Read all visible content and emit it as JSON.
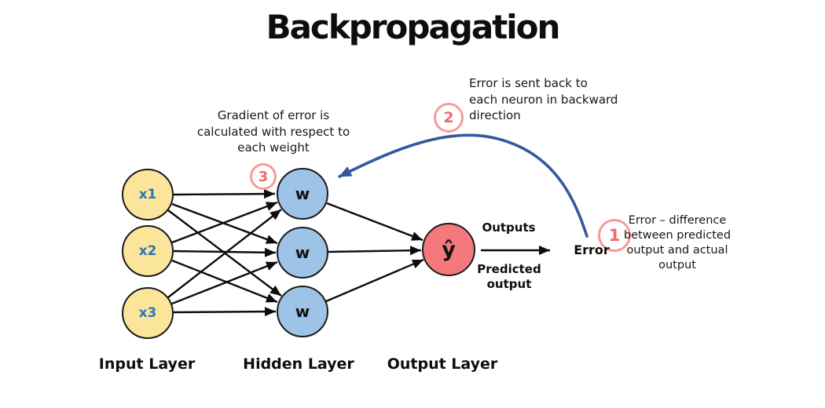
{
  "title": "Backpropagation",
  "colors": {
    "input_node_fill": "#FBE59B",
    "hidden_node_fill": "#9DC3E6",
    "output_node_fill": "#F5797C",
    "node_outline": "#1A1A1A",
    "input_label_text": "#2E75B6",
    "badge_pink": "#F79B9B",
    "badge_number_pink": "#EE6B6E",
    "arrow_black": "#0D0D0D",
    "backprop_curve_blue": "#35589E"
  },
  "network": {
    "input_layer": {
      "label": "Input Layer",
      "nodes": [
        "x1",
        "x2",
        "x3"
      ]
    },
    "hidden_layer": {
      "label": "Hidden Layer",
      "nodes": [
        "w",
        "w",
        "w"
      ]
    },
    "output_layer": {
      "label": "Output Layer",
      "nodes": [
        "ŷ"
      ]
    }
  },
  "output_flow": {
    "outputs_label": "Outputs",
    "predicted_lines": [
      "Predicted",
      "output"
    ],
    "error_label": "Error"
  },
  "annotations": {
    "step1": {
      "badge": "1",
      "lines": [
        "Error – difference",
        "between predicted",
        "output and actual",
        "output"
      ]
    },
    "step2": {
      "badge": "2",
      "lines": [
        "Error is sent back to",
        "each neuron in backward",
        "direction"
      ]
    },
    "step3": {
      "badge": "3",
      "lines": [
        "Gradient of error is",
        "calculated with respect to",
        "each weight"
      ]
    }
  }
}
